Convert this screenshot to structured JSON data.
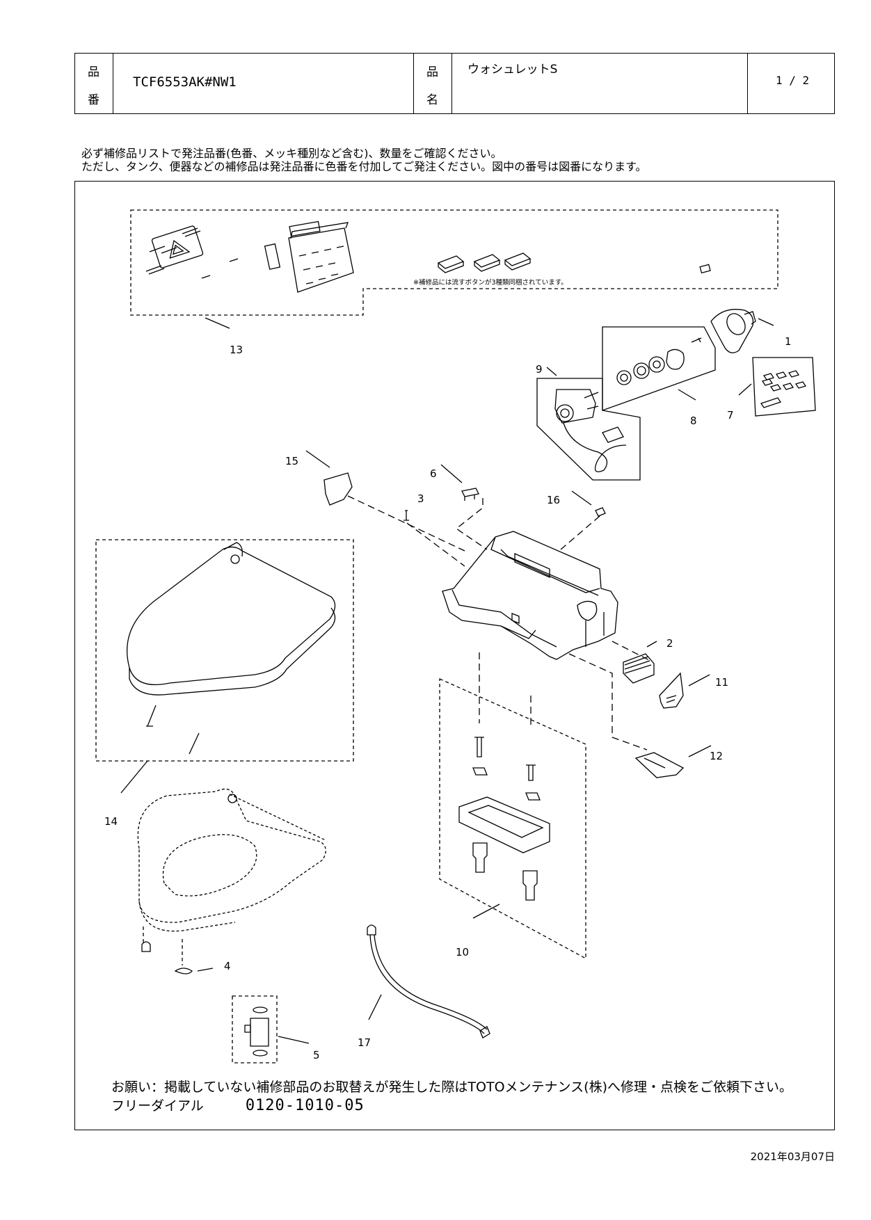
{
  "header": {
    "label_part_no_1": "品",
    "label_part_no_2": "番",
    "part_no": "TCF6553AK#NW1",
    "label_name_1": "品",
    "label_name_2": "名",
    "product_name": "ウォシュレットS",
    "page": "1 / 2"
  },
  "notice": {
    "line1": "必ず補修品リストで発注品番(色番、メッキ種別など含む)、数量をご確認ください。",
    "line2": "ただし、タンク、便器などの補修品は発注品番に色番を付加してご発注ください。図中の番号は図番になります。"
  },
  "diagram": {
    "button_note": "※補修品には流すボタンが3種類同梱されています。",
    "callouts": [
      "1",
      "2",
      "3",
      "4",
      "5",
      "6",
      "7",
      "8",
      "9",
      "10",
      "11",
      "12",
      "13",
      "14",
      "15",
      "16",
      "17"
    ]
  },
  "footer": {
    "request": "お願い：掲載していない補修部品のお取替えが発生した際はTOTOメンテナンス(株)へ修理・点検をご依頼下さい。",
    "freedial_label": "フリーダイアル",
    "freedial_number": "0120-1010-05",
    "date": "2021年03月07日"
  }
}
